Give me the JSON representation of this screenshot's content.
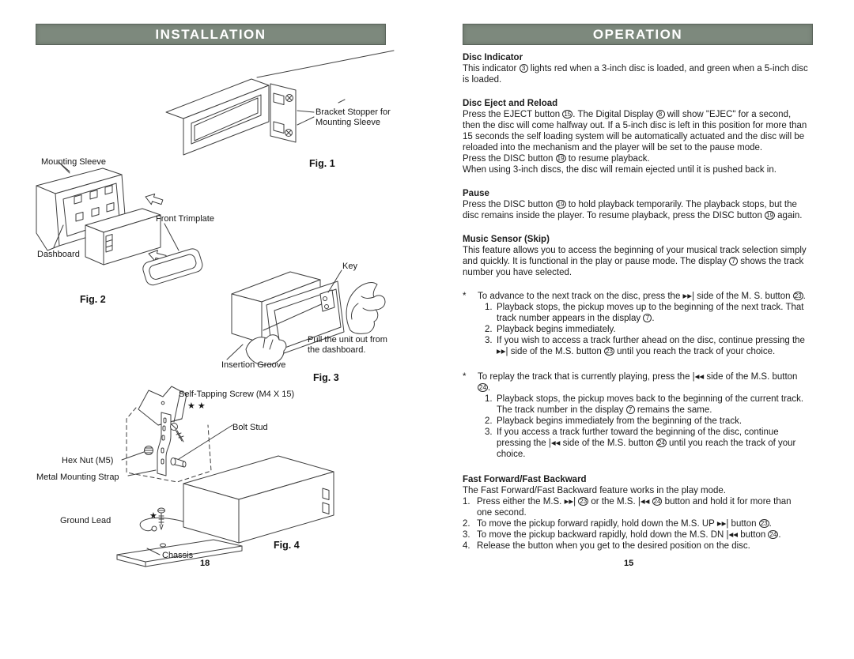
{
  "colors": {
    "header_bar": "#7d897d",
    "header_text": "#ffffff"
  },
  "left_page": {
    "header": "INSTALLATION",
    "page_number": "18",
    "fig1": {
      "caption": "Fig. 1",
      "labels": {
        "bracket_stopper": "Bracket Stopper for\nMounting Sleeve"
      }
    },
    "fig2": {
      "caption": "Fig. 2",
      "labels": {
        "mounting_sleeve": "Mounting Sleeve",
        "front_trimplate": "Front Trimplate",
        "dashboard": "Dashboard"
      }
    },
    "fig3": {
      "caption": "Fig. 3",
      "labels": {
        "key": "Key",
        "pull_unit": "Pull the unit out from\nthe dashboard.",
        "insertion_groove": "Insertion Groove"
      }
    },
    "fig4": {
      "caption": "Fig. 4",
      "labels": {
        "self_tapping_screw": "Self-Tapping Screw (M4 X 15)",
        "stars": "★ ★",
        "bolt_stud": "Bolt Stud",
        "hex_nut": "Hex Nut (M5)",
        "metal_mounting_strap": "Metal Mounting Strap",
        "ground_lead": "Ground Lead",
        "star": "★",
        "chassis": "Chassis"
      }
    }
  },
  "right_page": {
    "header": "OPERATION",
    "page_number": "15",
    "sections": [
      {
        "heading": "Disc Indicator",
        "paras": [
          "This indicator {3} lights red when a 3-inch disc is loaded, and green when a 5-inch disc is loaded."
        ]
      },
      {
        "heading": "Disc Eject and Reload",
        "paras": [
          "Press the EJECT button {15}. The Digital Display {8} will show \"EJEC\" for a second, then the disc will come halfway out. If a 5-inch disc is left in this position for more than 15 seconds the self loading system will be automatically actuated and the disc will be reloaded into the mechanism and the player will be set to the pause mode.",
          "Press the DISC button {19} to resume playback.",
          "When using 3-inch discs, the disc will remain ejected until it is pushed back in."
        ]
      },
      {
        "heading": "Pause",
        "paras": [
          "Press the DISC button {19} to hold playback temporarily. The playback stops, but the disc remains inside the player. To resume playback, press the DISC button {19} again."
        ]
      },
      {
        "heading": "Music Sensor (Skip)",
        "paras": [
          "This feature allows you to access the beginning of your musical track selection simply and quickly. It is functional in the play or pause mode. The display {7} shows the track number you have selected."
        ]
      }
    ],
    "star_lists": [
      {
        "bullet": "*",
        "text": "To advance to the next track on the disc, press the ▸▸| side of the M. S. button {23}.",
        "items": [
          {
            "n": "1.",
            "t": "Playback stops, the pickup moves up to the beginning of the next track. That track number appears in the display {7}."
          },
          {
            "n": "2.",
            "t": "Playback begins immediately."
          },
          {
            "n": "3.",
            "t": "If you wish to access a track further ahead on the disc, continue pressing the ▸▸| side of the M.S. button {23} until you reach the track of your choice."
          }
        ]
      },
      {
        "bullet": "*",
        "text": "To replay the track that is currently playing, press the |◂◂ side of the M.S. button {24}.",
        "items": [
          {
            "n": "1.",
            "t": "Playback stops, the pickup moves back to the beginning of the current track. The track number in the display {7} remains the same."
          },
          {
            "n": "2.",
            "t": "Playback begins immediately from the beginning of the track."
          },
          {
            "n": "3.",
            "t": "If you access a track further toward the beginning of the disc, continue pressing the |◂◂ side of the M.S. button {24} until you reach the track of your choice."
          }
        ]
      }
    ],
    "fast_section": {
      "heading": "Fast Forward/Fast Backward",
      "intro": "The Fast Forward/Fast Backward feature works in the play mode.",
      "items": [
        {
          "n": "1.",
          "t": "Press either the M.S. ▸▸| {23} or the M.S. |◂◂ {24} button and hold it for more than one second."
        },
        {
          "n": "2.",
          "t": "To move the pickup forward rapidly, hold down the M.S. UP ▸▸| button {23}."
        },
        {
          "n": "3.",
          "t": "To move the pickup backward rapidly, hold down the M.S. DN |◂◂ button {24}."
        },
        {
          "n": "4.",
          "t": "Release the button when you get to the desired position on the disc."
        }
      ]
    }
  }
}
